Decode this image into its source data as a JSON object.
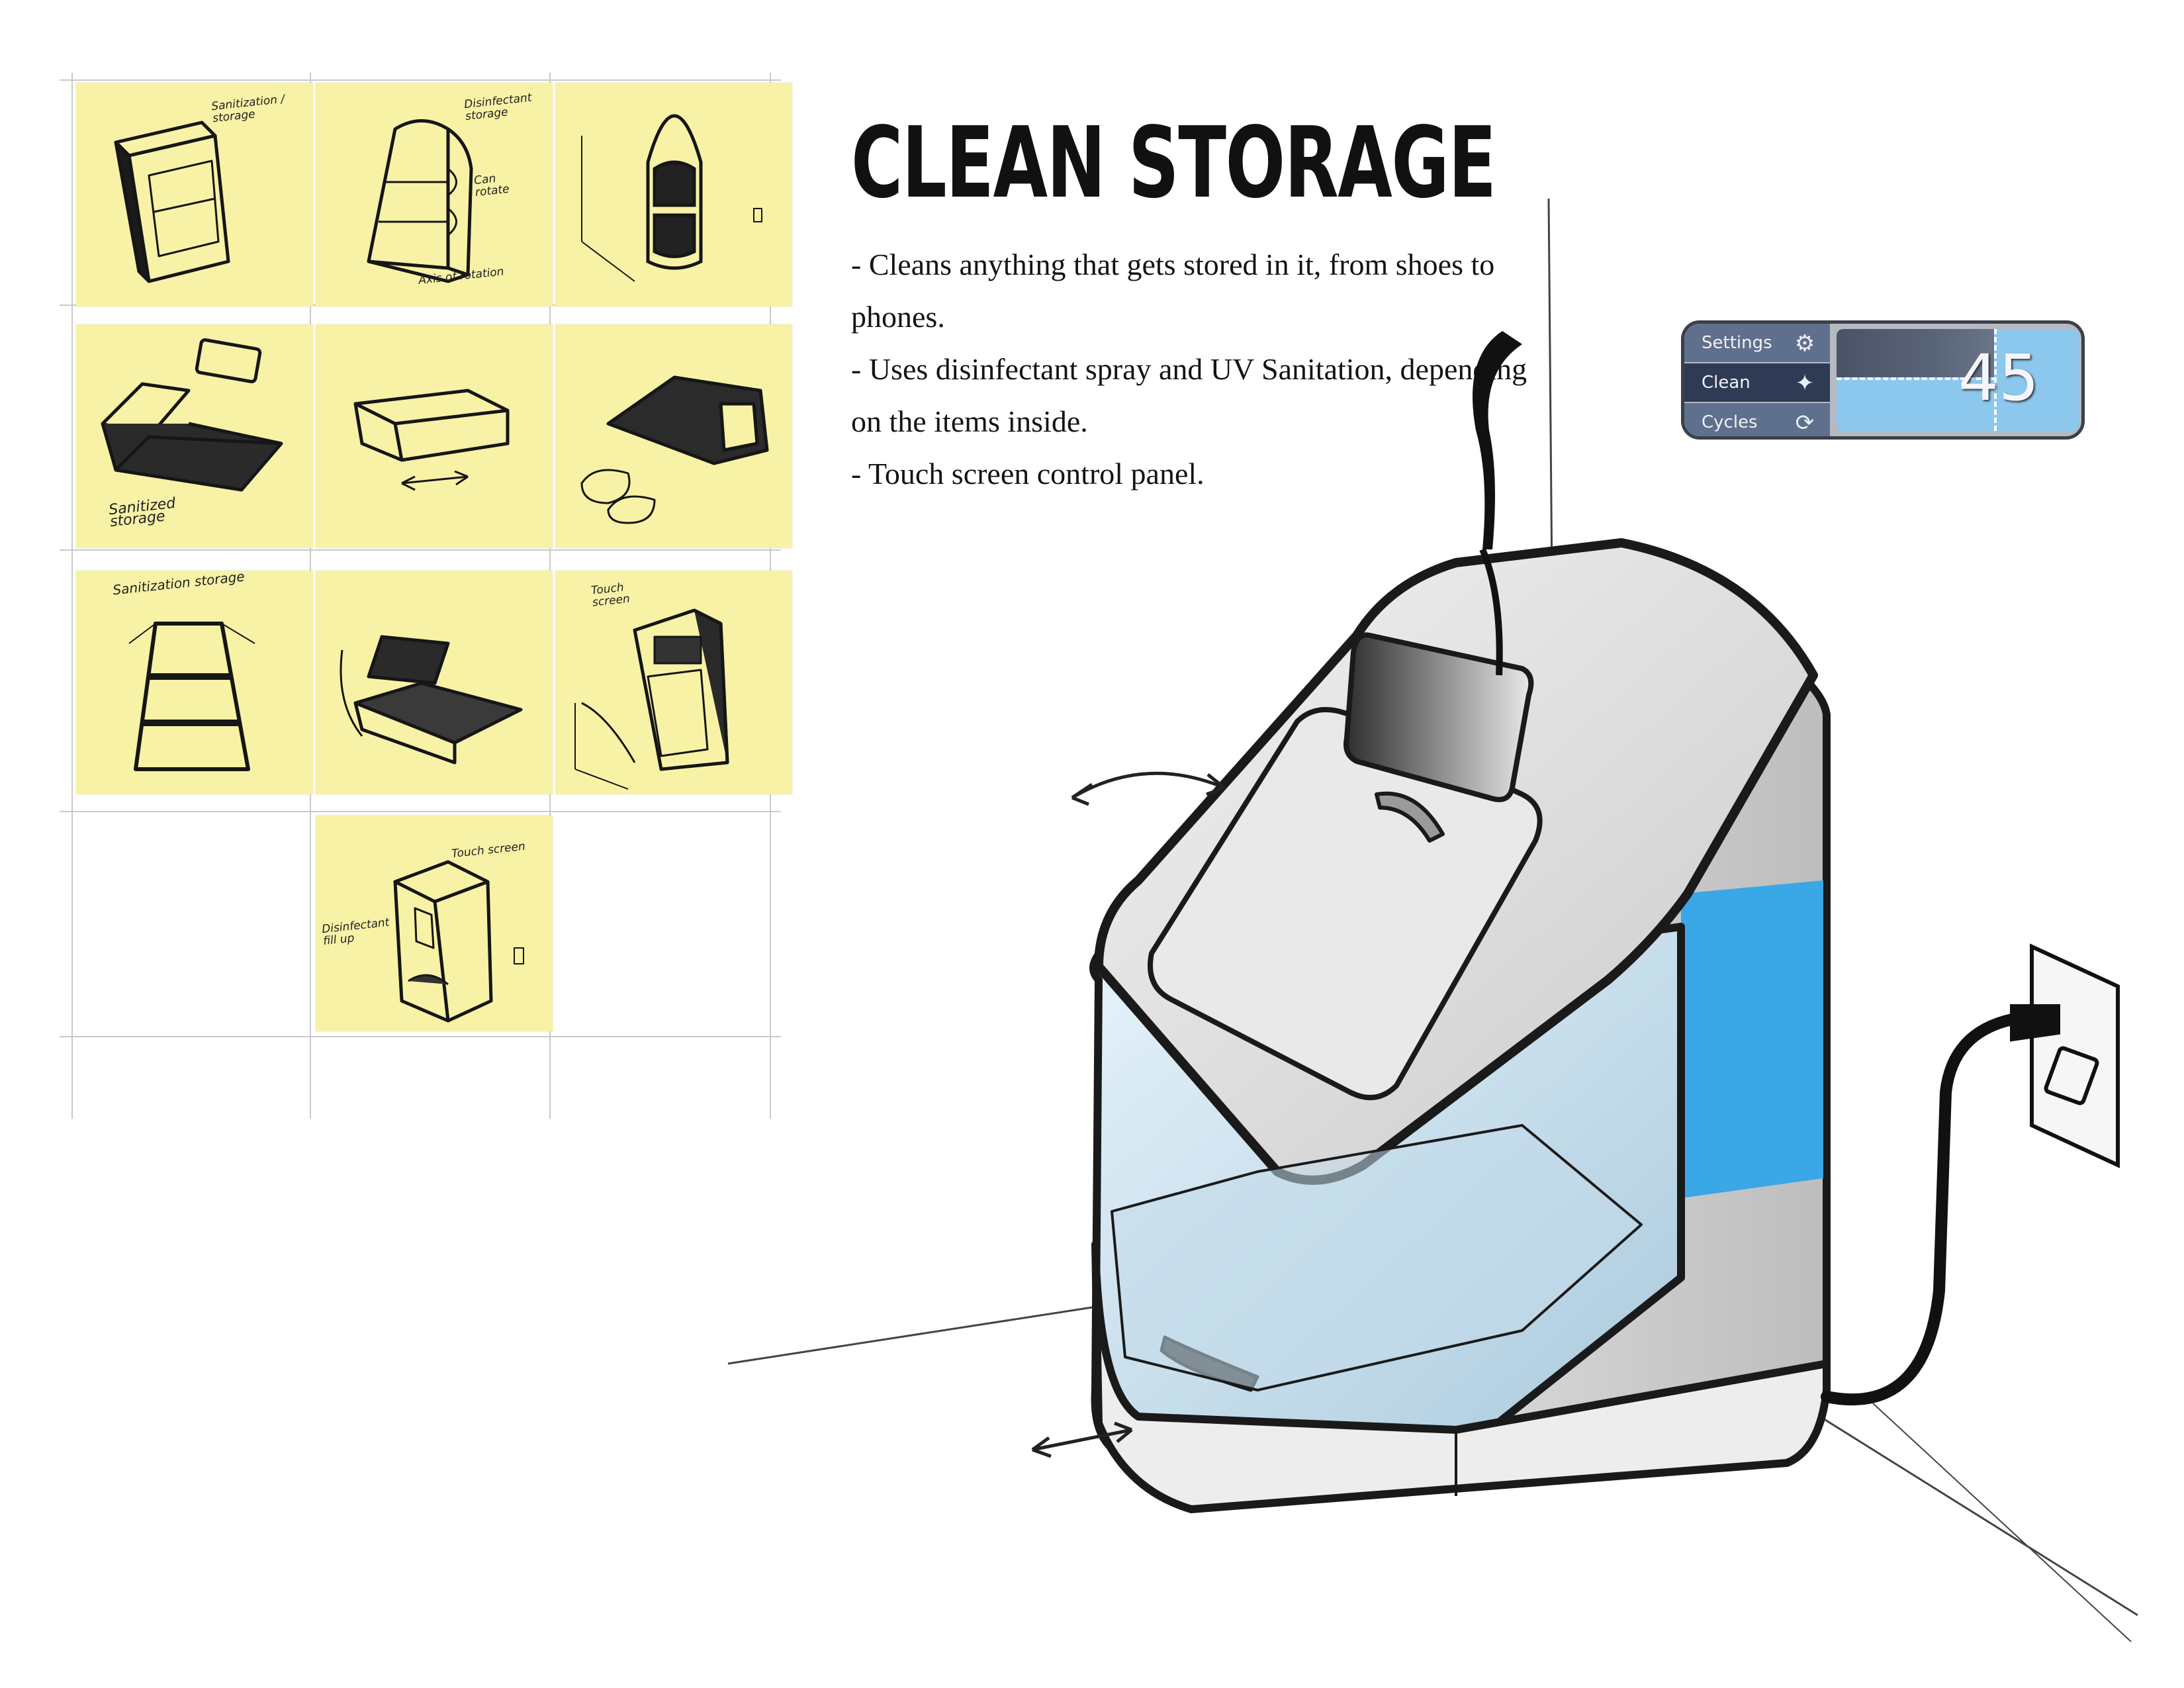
{
  "title": "CLEAN STORAGE",
  "features": [
    "- Cleans anything that gets stored in it, from shoes to phones.",
    "- Uses disinfectant spray and UV Sanitation, depending on the items inside.",
    "- Touch screen control panel."
  ],
  "control_panel": {
    "buttons": [
      {
        "label": "Settings",
        "icon": "gear-icon"
      },
      {
        "label": "Clean",
        "icon": "sparkle-icon"
      },
      {
        "label": "Cycles",
        "icon": "refresh-icon"
      }
    ],
    "display_value": "45"
  },
  "sketch_labels": {
    "n1": "Sanitization / storage",
    "n2a": "Disinfectant storage",
    "n2b": "Can rotate",
    "n2c": "Axis of rotation",
    "n4": "Sanitized storage",
    "n7": "Sanitization storage",
    "n9": "Touch screen",
    "n10a": "Touch screen",
    "n10b": "Disinfectant fill up"
  },
  "colors": {
    "sticky_note": "#f7f2a6",
    "accent_blue": "#3aa7e6",
    "panel_frame": "#3a3f49"
  }
}
